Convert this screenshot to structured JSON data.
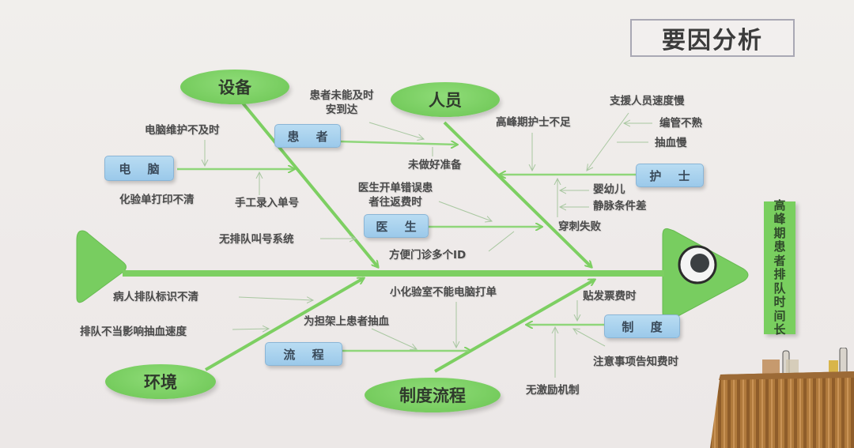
{
  "title": "要因分析",
  "effect": {
    "text": "高峰期患者排队时间长",
    "chars": [
      "高",
      "峰",
      "期",
      "患",
      "者",
      "排",
      "队",
      "时",
      "间",
      "长"
    ]
  },
  "colors": {
    "spine": "#7dcf62",
    "ellipse": "#78cd60",
    "box": "#a6d0ee",
    "effect_bg": "#79cf5f",
    "text": "#4a4a4a"
  },
  "categories": {
    "equipment": {
      "label": "设备",
      "sub": {
        "computer": {
          "label": "电 脑",
          "causes": [
            "电脑维护不及时",
            "化验单打印不清",
            "手工录入单号"
          ]
        }
      },
      "causes": [
        "无排队叫号系统"
      ]
    },
    "personnel": {
      "label": "人员",
      "sub": {
        "patient": {
          "label": "患 者",
          "causes": [
            "患者未能及时",
            "安到达",
            "未做好准备"
          ]
        },
        "doctor": {
          "label": "医 生",
          "causes": [
            "医生开单错误患",
            "者往返费时",
            "方便门诊多个ID"
          ]
        },
        "nurse": {
          "label": "护 士",
          "causes": [
            "高峰期护士不足",
            "支援人员速度慢",
            "编管不熟",
            "抽血慢",
            "婴幼儿",
            "静脉条件差",
            "穿刺失败"
          ]
        }
      }
    },
    "environment": {
      "label": "环境",
      "causes": [
        "病人排队标识不清",
        "排队不当影响抽血速度"
      ]
    },
    "system_process": {
      "label": "制度流程",
      "sub": {
        "process": {
          "label": "流 程",
          "causes": [
            "为担架上患者抽血",
            "小化验室不能电脑打单"
          ]
        },
        "system": {
          "label": "制 度",
          "causes": [
            "贴发票费时",
            "注意事项告知费时",
            "无激励机制"
          ]
        }
      }
    }
  }
}
